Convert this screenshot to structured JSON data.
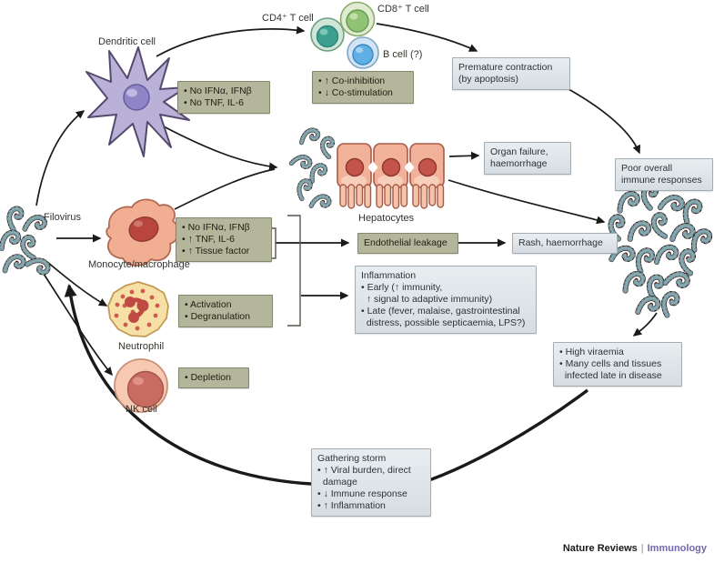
{
  "figure": {
    "type": "pathway-diagram",
    "subject": "Filovirus pathogenesis and immune dysregulation"
  },
  "labels": {
    "filovirus": "Filovirus",
    "dendritic_cell": "Dendritic cell",
    "cd4_t_cell": "CD4⁺ T cell",
    "cd8_t_cell": "CD8⁺ T cell",
    "b_cell": "B cell (?)",
    "hepatocytes": "Hepatocytes",
    "monocyte": "Monocyte/macrophage",
    "neutrophil": "Neutrophil",
    "nk_cell": "NK cell"
  },
  "boxes": {
    "dendritic_effects": "• No IFNα, IFNβ\n• No TNF, IL-6",
    "t_cell_effects": "• ↑ Co-inhibition\n• ↓ Co-stimulation",
    "premature_contraction": "Premature contraction\n(by apoptosis)",
    "organ_failure": "Organ failure,\nhaemorrhage",
    "poor_overall": "Poor overall\nimmune responses",
    "monocyte_effects": "• No IFNα, IFNβ\n• ↑ TNF, IL-6\n• ↑ Tissue factor",
    "endothelial_leakage": "Endothelial leakage",
    "rash": "Rash, haemorrhage",
    "inflammation": "Inflammation\n• Early (↑ immunity,\n  ↑ signal to adaptive immunity)\n• Late (fever, malaise, gastrointestinal\n  distress, possible septicaemia, LPS?)",
    "neutrophil_effects": "• Activation\n• Degranulation",
    "nk_effects": "• Depletion",
    "high_viraemia": "• High viraemia\n• Many cells and tissues\n  infected late in disease",
    "gathering_storm": "Gathering storm\n• ↑ Viral burden, direct\n  damage\n• ↓ Immune response\n• ↑ Inflammation"
  },
  "footer": {
    "brand": "Nature Reviews",
    "separator": "|",
    "journal": "Immunology"
  },
  "colors": {
    "effect_box_bg": "#b4b69b",
    "effect_box_border": "#85876c",
    "outcome_box_bg": "#dde3e7",
    "outcome_box_border": "#a3adb3",
    "dendritic_cell": "#b9b1d8",
    "monocyte_cell": "#f2ae93",
    "neutrophil_cell": "#f7e0a6",
    "nk_cell": "#f7c9b2",
    "hepatocyte_cell": "#f2b299",
    "cd4_cell": "#3da08e",
    "cd8_cell": "#90c374",
    "b_cell": "#5fb0e4",
    "virus_dark": "#47241f",
    "journal_purple": "#7467b0",
    "arrow": "#1a1a1a"
  }
}
